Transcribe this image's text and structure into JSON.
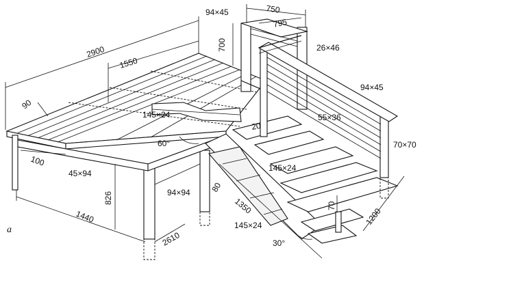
{
  "figure_label": "a",
  "dimensions": {
    "overall_length": "2900",
    "inner_length": "1550",
    "width": "1440",
    "depth": "2610",
    "post_height": "826",
    "edge_offset": "90",
    "edge_offset_2": "100",
    "post_top": "700",
    "landing_width": "750",
    "landing_post_gap": "795",
    "stair_run": "1350",
    "stair_width": "1200",
    "stair_rise": "80",
    "step_rise": "70",
    "angle_top": "60°",
    "angle_bottom": "30°",
    "angle_small": "20"
  },
  "sections": {
    "rail_top": "94×45",
    "rail_top_2": "94×45",
    "rail_cap": "26×46",
    "deck_board": "145×24",
    "joist": "45×94",
    "post": "94×94",
    "baluster": "55×36",
    "newel": "70×70",
    "tread": "145×24",
    "tread_2": "145×24"
  }
}
